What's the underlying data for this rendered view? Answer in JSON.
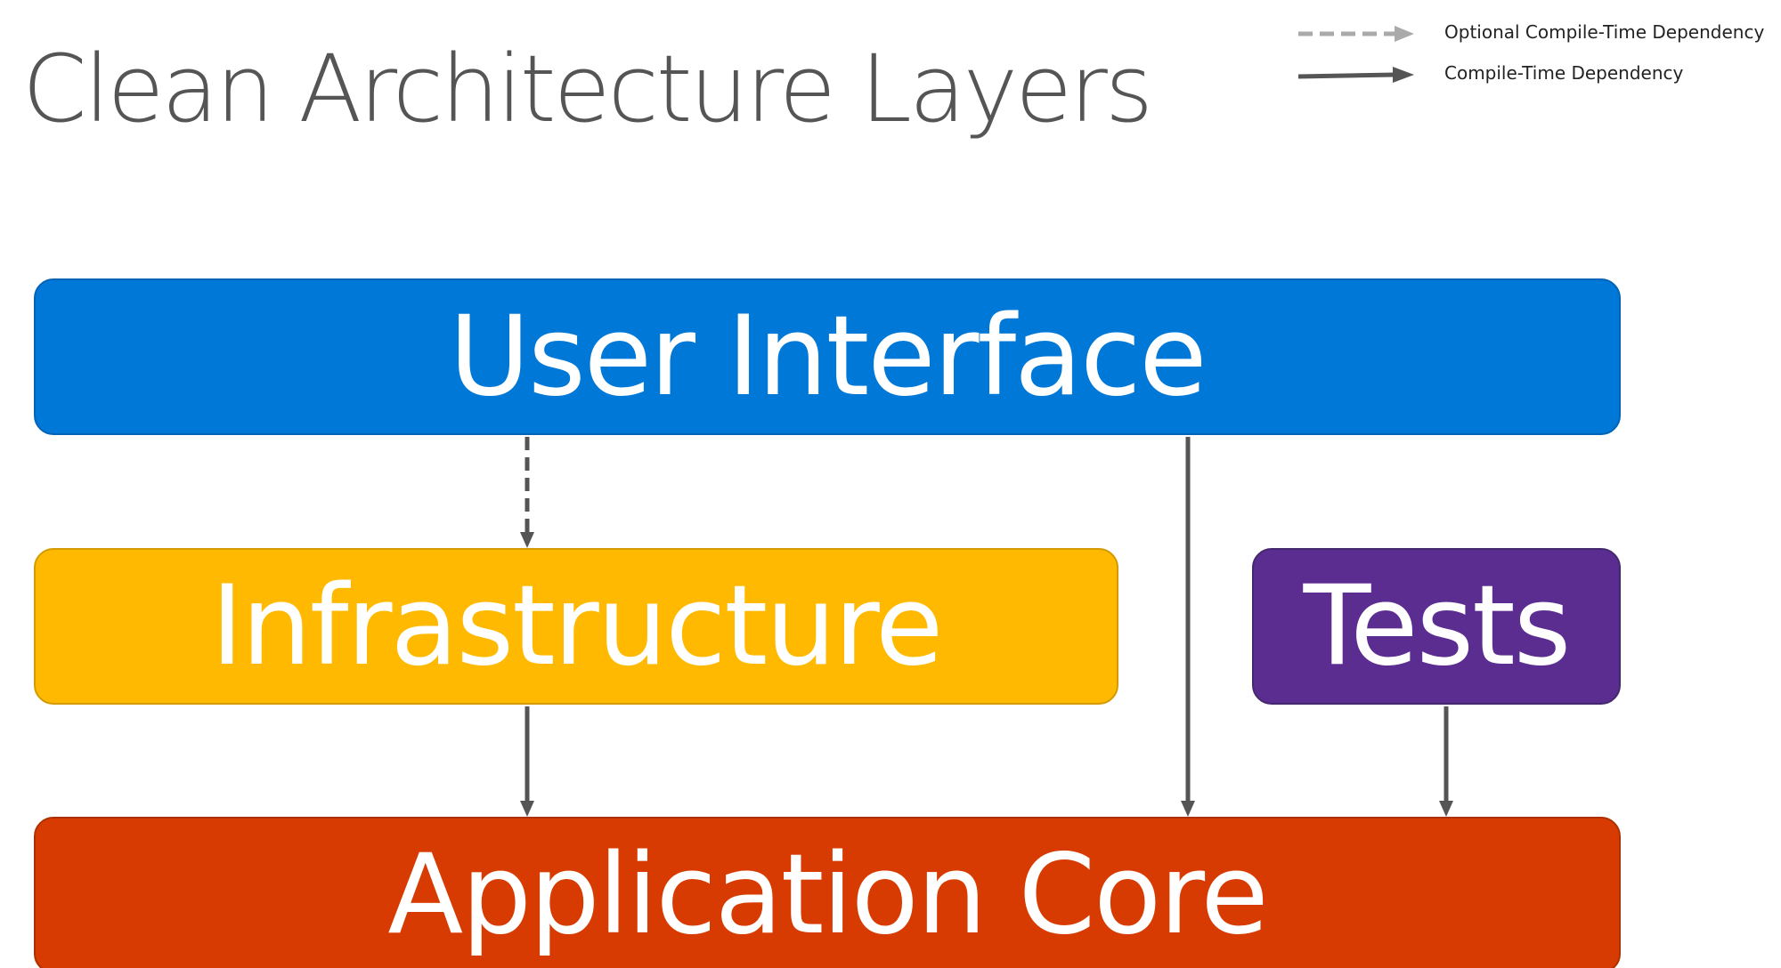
{
  "title": "Clean Architecture Layers",
  "legend": {
    "optional": "Optional Compile-Time Dependency",
    "compile": "Compile-Time Dependency"
  },
  "layers": {
    "user_interface": "User Interface",
    "infrastructure": "Infrastructure",
    "tests": "Tests",
    "application_core": "Application Core"
  },
  "colors": {
    "user_interface": "#0078d7",
    "infrastructure": "#ffb900",
    "tests": "#5c2d91",
    "application_core": "#d83b01",
    "arrow": "#555555",
    "optional_arrow": "#aaaaaa"
  },
  "dependencies": [
    {
      "from": "User Interface",
      "to": "Infrastructure",
      "type": "optional"
    },
    {
      "from": "User Interface",
      "to": "Application Core",
      "type": "compile"
    },
    {
      "from": "Infrastructure",
      "to": "Application Core",
      "type": "compile"
    },
    {
      "from": "Tests",
      "to": "Application Core",
      "type": "compile"
    }
  ]
}
